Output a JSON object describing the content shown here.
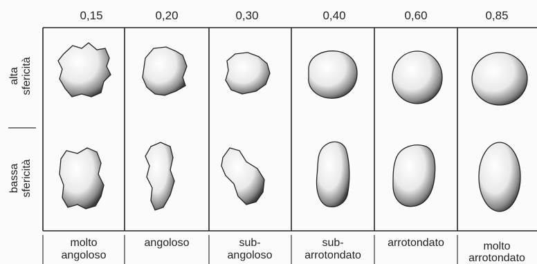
{
  "roundness_values": [
    "0,15",
    "0,20",
    "0,30",
    "0,40",
    "0,60",
    "0,85"
  ],
  "rows": [
    {
      "label_line1": "alta",
      "label_line2": "sfericità"
    },
    {
      "label_line1": "bassa",
      "label_line2": "sfericità"
    }
  ],
  "columns": [
    {
      "line1": "molto",
      "line2": "angoloso"
    },
    {
      "line1": "angoloso",
      "line2": ""
    },
    {
      "line1": "sub-",
      "line2": "angoloso"
    },
    {
      "line1": "sub-",
      "line2": "arrotondato"
    },
    {
      "line1": "arrotondato",
      "line2": ""
    },
    {
      "line1": "molto",
      "line2": "arrotondato"
    }
  ]
}
